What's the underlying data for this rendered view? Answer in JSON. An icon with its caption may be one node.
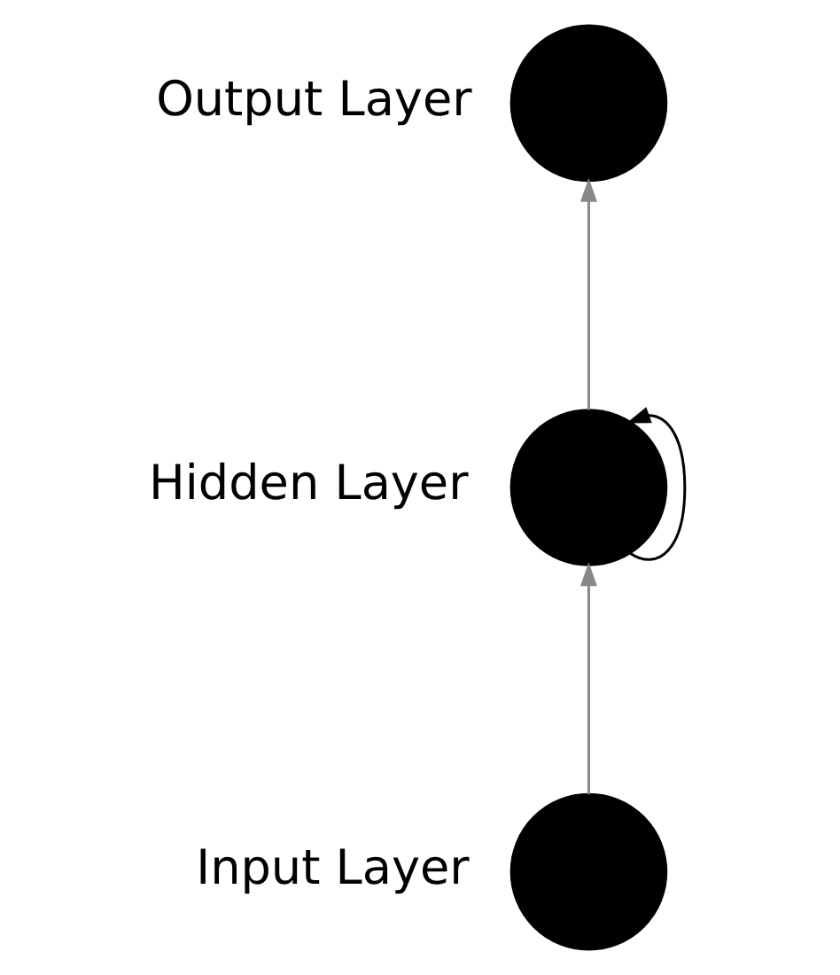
{
  "diagram": {
    "nodes": [
      {
        "text": [],
        "shape": "circle",
        "beside": [
          "Output Layer"
        ]
      },
      {
        "text": [],
        "shape": "circle",
        "beside": [
          "Hidden Layer"
        ]
      },
      {
        "text": [],
        "shape": "circle",
        "beside": [
          "Input Layer"
        ]
      }
    ],
    "edges": [
      {
        "from": 2,
        "to": 1,
        "arrow": "to"
      },
      {
        "from": 1,
        "to": 0,
        "arrow": "to"
      },
      {
        "from": 1,
        "to": 1,
        "arrow": "to",
        "color": "#000000"
      }
    ]
  }
}
